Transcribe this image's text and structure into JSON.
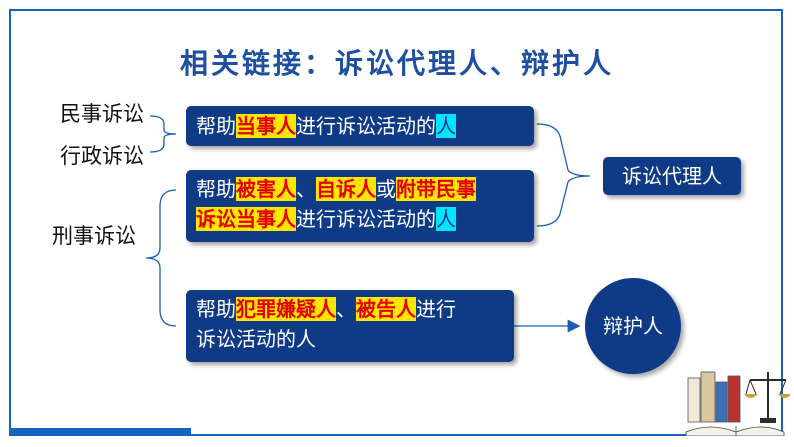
{
  "title": "相关链接：诉讼代理人、辩护人",
  "left_labels": {
    "civil": "民事诉讼",
    "admin": "行政诉讼",
    "criminal": "刑事诉讼"
  },
  "box1": {
    "p1": "帮助",
    "h1": "当事人",
    "p2": "进行诉讼活动的",
    "h2": "人"
  },
  "box2": {
    "p1": "帮助",
    "h1": "被害人",
    "p2": "、",
    "h2": "自诉人",
    "p3": "或",
    "h3": "附带民事",
    "h4": "诉讼当事人",
    "p4": "进行诉讼活动的",
    "h5": "人"
  },
  "box3": {
    "p1": "帮助",
    "h1": "犯罪嫌疑人",
    "p2": "、",
    "h2": "被告人",
    "p3": "进行",
    "line2": "诉讼活动的人"
  },
  "targets": {
    "proxy": "诉讼代理人",
    "defender": "辩护人"
  },
  "colors": {
    "box": "#0f3b86",
    "highlight_bg": "#ffe600",
    "highlight_text": "#e30000",
    "cyan": "#00e5ff",
    "border": "#1565c0"
  }
}
